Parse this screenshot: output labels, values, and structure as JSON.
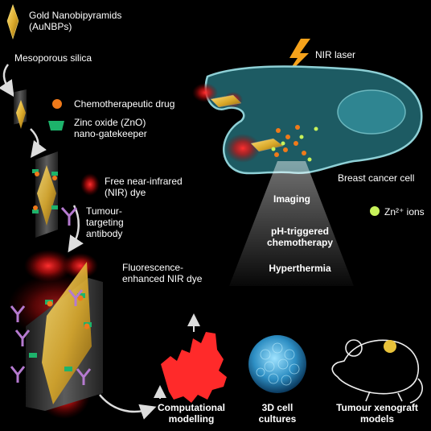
{
  "labels": {
    "gold_line1": "Gold Nanobipyramids",
    "gold_line2": "(AuNBPs)",
    "silica": "Mesoporous silica",
    "drug": "Chemotherapeutic drug",
    "zno_line1": "Zinc oxide (ZnO)",
    "zno_line2": "nano-gatekeeper",
    "nir_laser": "NIR laser",
    "free_dye_line1": "Free near-infrared",
    "free_dye_line2": "(NIR) dye",
    "antibody_line1": "Tumour-",
    "antibody_line2": "targeting",
    "antibody_line3": "antibody",
    "fluor_line1": "Fluorescence-",
    "fluor_line2": "enhanced NIR dye",
    "cell": "Breast cancer cell",
    "zn_ions": "Zn²⁺ ions",
    "imaging": "Imaging",
    "ph_line1": "pH-triggered",
    "ph_line2": "chemotherapy",
    "hyperthermia": "Hyperthermia",
    "comp_line1": "Computational",
    "comp_line2": "modelling",
    "cult_line1": "3D cell",
    "cult_line2": "cultures",
    "xeno_line1": "Tumour xenograft",
    "xeno_line2": "models"
  },
  "colors": {
    "gold": "#e8c23a",
    "drug_orange": "#f07a1a",
    "zno_green": "#1db36b",
    "dye_red": "#ff2a2a",
    "antibody_purple": "#b57ad0",
    "zn_green": "#c8f25a",
    "cell_fill": "#1d5b63",
    "cell_edge": "#8ed0d6",
    "laser": "#f5a21b"
  }
}
